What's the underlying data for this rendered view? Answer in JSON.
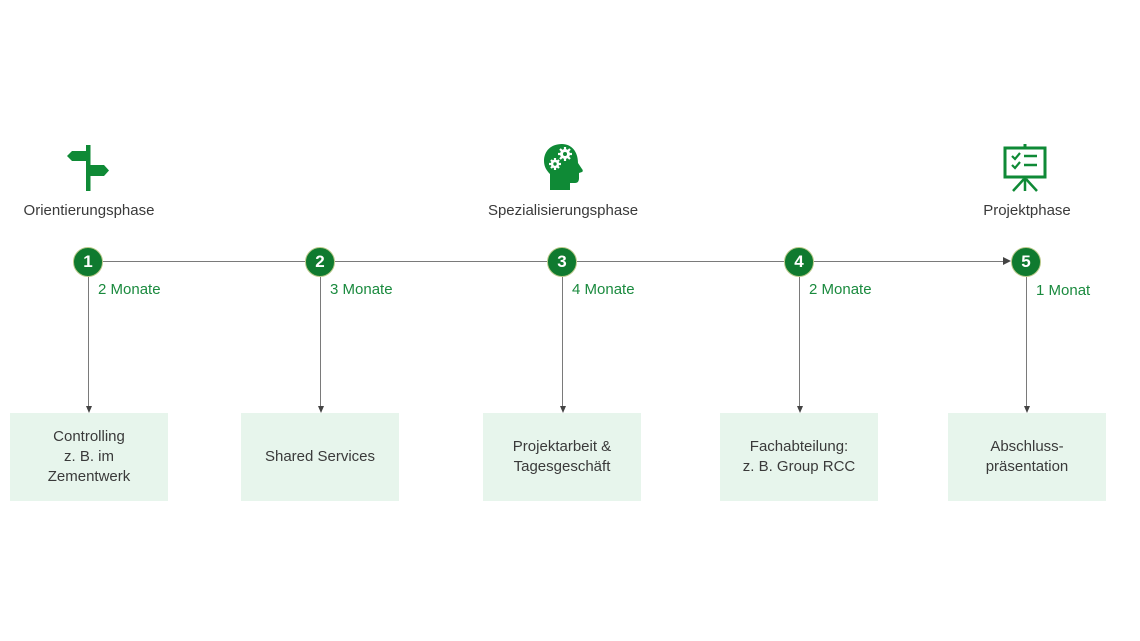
{
  "colors": {
    "accent": "#0f7a2f",
    "duration_text": "#1a8a3e",
    "box_fill": "#e7f5ec",
    "line": "#7a7a7a",
    "text": "#3a3a3a"
  },
  "phases": [
    {
      "label": "Orientierungsphase",
      "icon": "signpost-icon"
    },
    {
      "label": "Spezialisierungsphase",
      "icon": "head-gears-icon"
    },
    {
      "label": "Projektphase",
      "icon": "presentation-board-icon"
    }
  ],
  "steps": [
    {
      "number": "1",
      "duration": "2 Monate",
      "box": "Controlling\nz. B. im\nZementwerk"
    },
    {
      "number": "2",
      "duration": "3 Monate",
      "box": "Shared Services"
    },
    {
      "number": "3",
      "duration": "4 Monate",
      "box": "Projektarbeit &\nTagesgeschäft"
    },
    {
      "number": "4",
      "duration": "2 Monate",
      "box": "Fachabteilung:\nz. B. Group RCC"
    },
    {
      "number": "5",
      "duration": "1 Monat",
      "box": "Abschluss-\npräsentation"
    }
  ]
}
